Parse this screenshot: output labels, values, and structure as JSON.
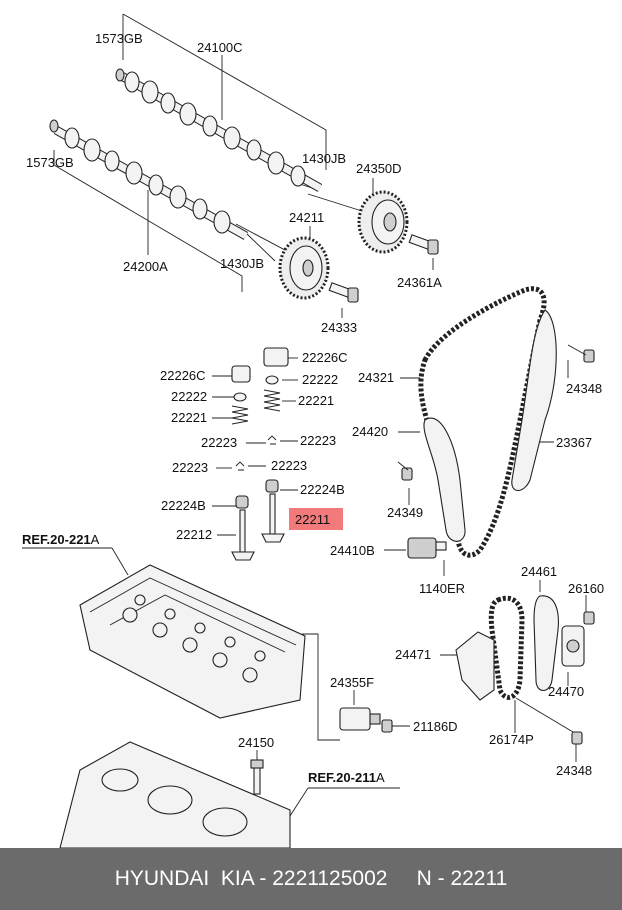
{
  "labels": {
    "p1573gb_top": "1573GB",
    "p24100c": "24100C",
    "p1573gb_mid": "1573GB",
    "p1430jb_top": "1430JB",
    "p24350d": "24350D",
    "p24211": "24211",
    "p24200a": "24200A",
    "p1430jb_bot": "1430JB",
    "p24361a": "24361A",
    "p24333": "24333",
    "p22226c_r": "22226C",
    "p22226c_l": "22226C",
    "p22222_r": "22222",
    "p22222_l": "22222",
    "p22221_r": "22221",
    "p22221_l": "22221",
    "p22223_a": "22223",
    "p22223_b": "22223",
    "p22223_c": "22223",
    "p22223_d": "22223",
    "p22224b_r": "22224B",
    "p22224b_l": "22224B",
    "p22211": "22211",
    "p22212": "22212",
    "p24321": "24321",
    "p24348_top": "24348",
    "p24420": "24420",
    "p23367": "23367",
    "p24349": "24349",
    "p24410b": "24410B",
    "p1140er": "1140ER",
    "p24461": "24461",
    "p26160": "26160",
    "p24471": "24471",
    "p24470": "24470",
    "p24355f": "24355F",
    "p21186d": "21186D",
    "p26174p": "26174P",
    "p24150": "24150",
    "p24348_bot": "24348"
  },
  "refs": {
    "ref_top_bold": "REF.20-221",
    "ref_top_suffix": "A",
    "ref_bot_bold": "REF.20-211",
    "ref_bot_suffix": "A"
  },
  "highlight": {
    "part": "22211",
    "color": "#f27a7a"
  },
  "footer": {
    "text": "HYUNDAI  KIA - 2221125002     N - 22211"
  },
  "colors": {
    "footer_bg": "#6b6b6b",
    "footer_text": "#ffffff"
  }
}
